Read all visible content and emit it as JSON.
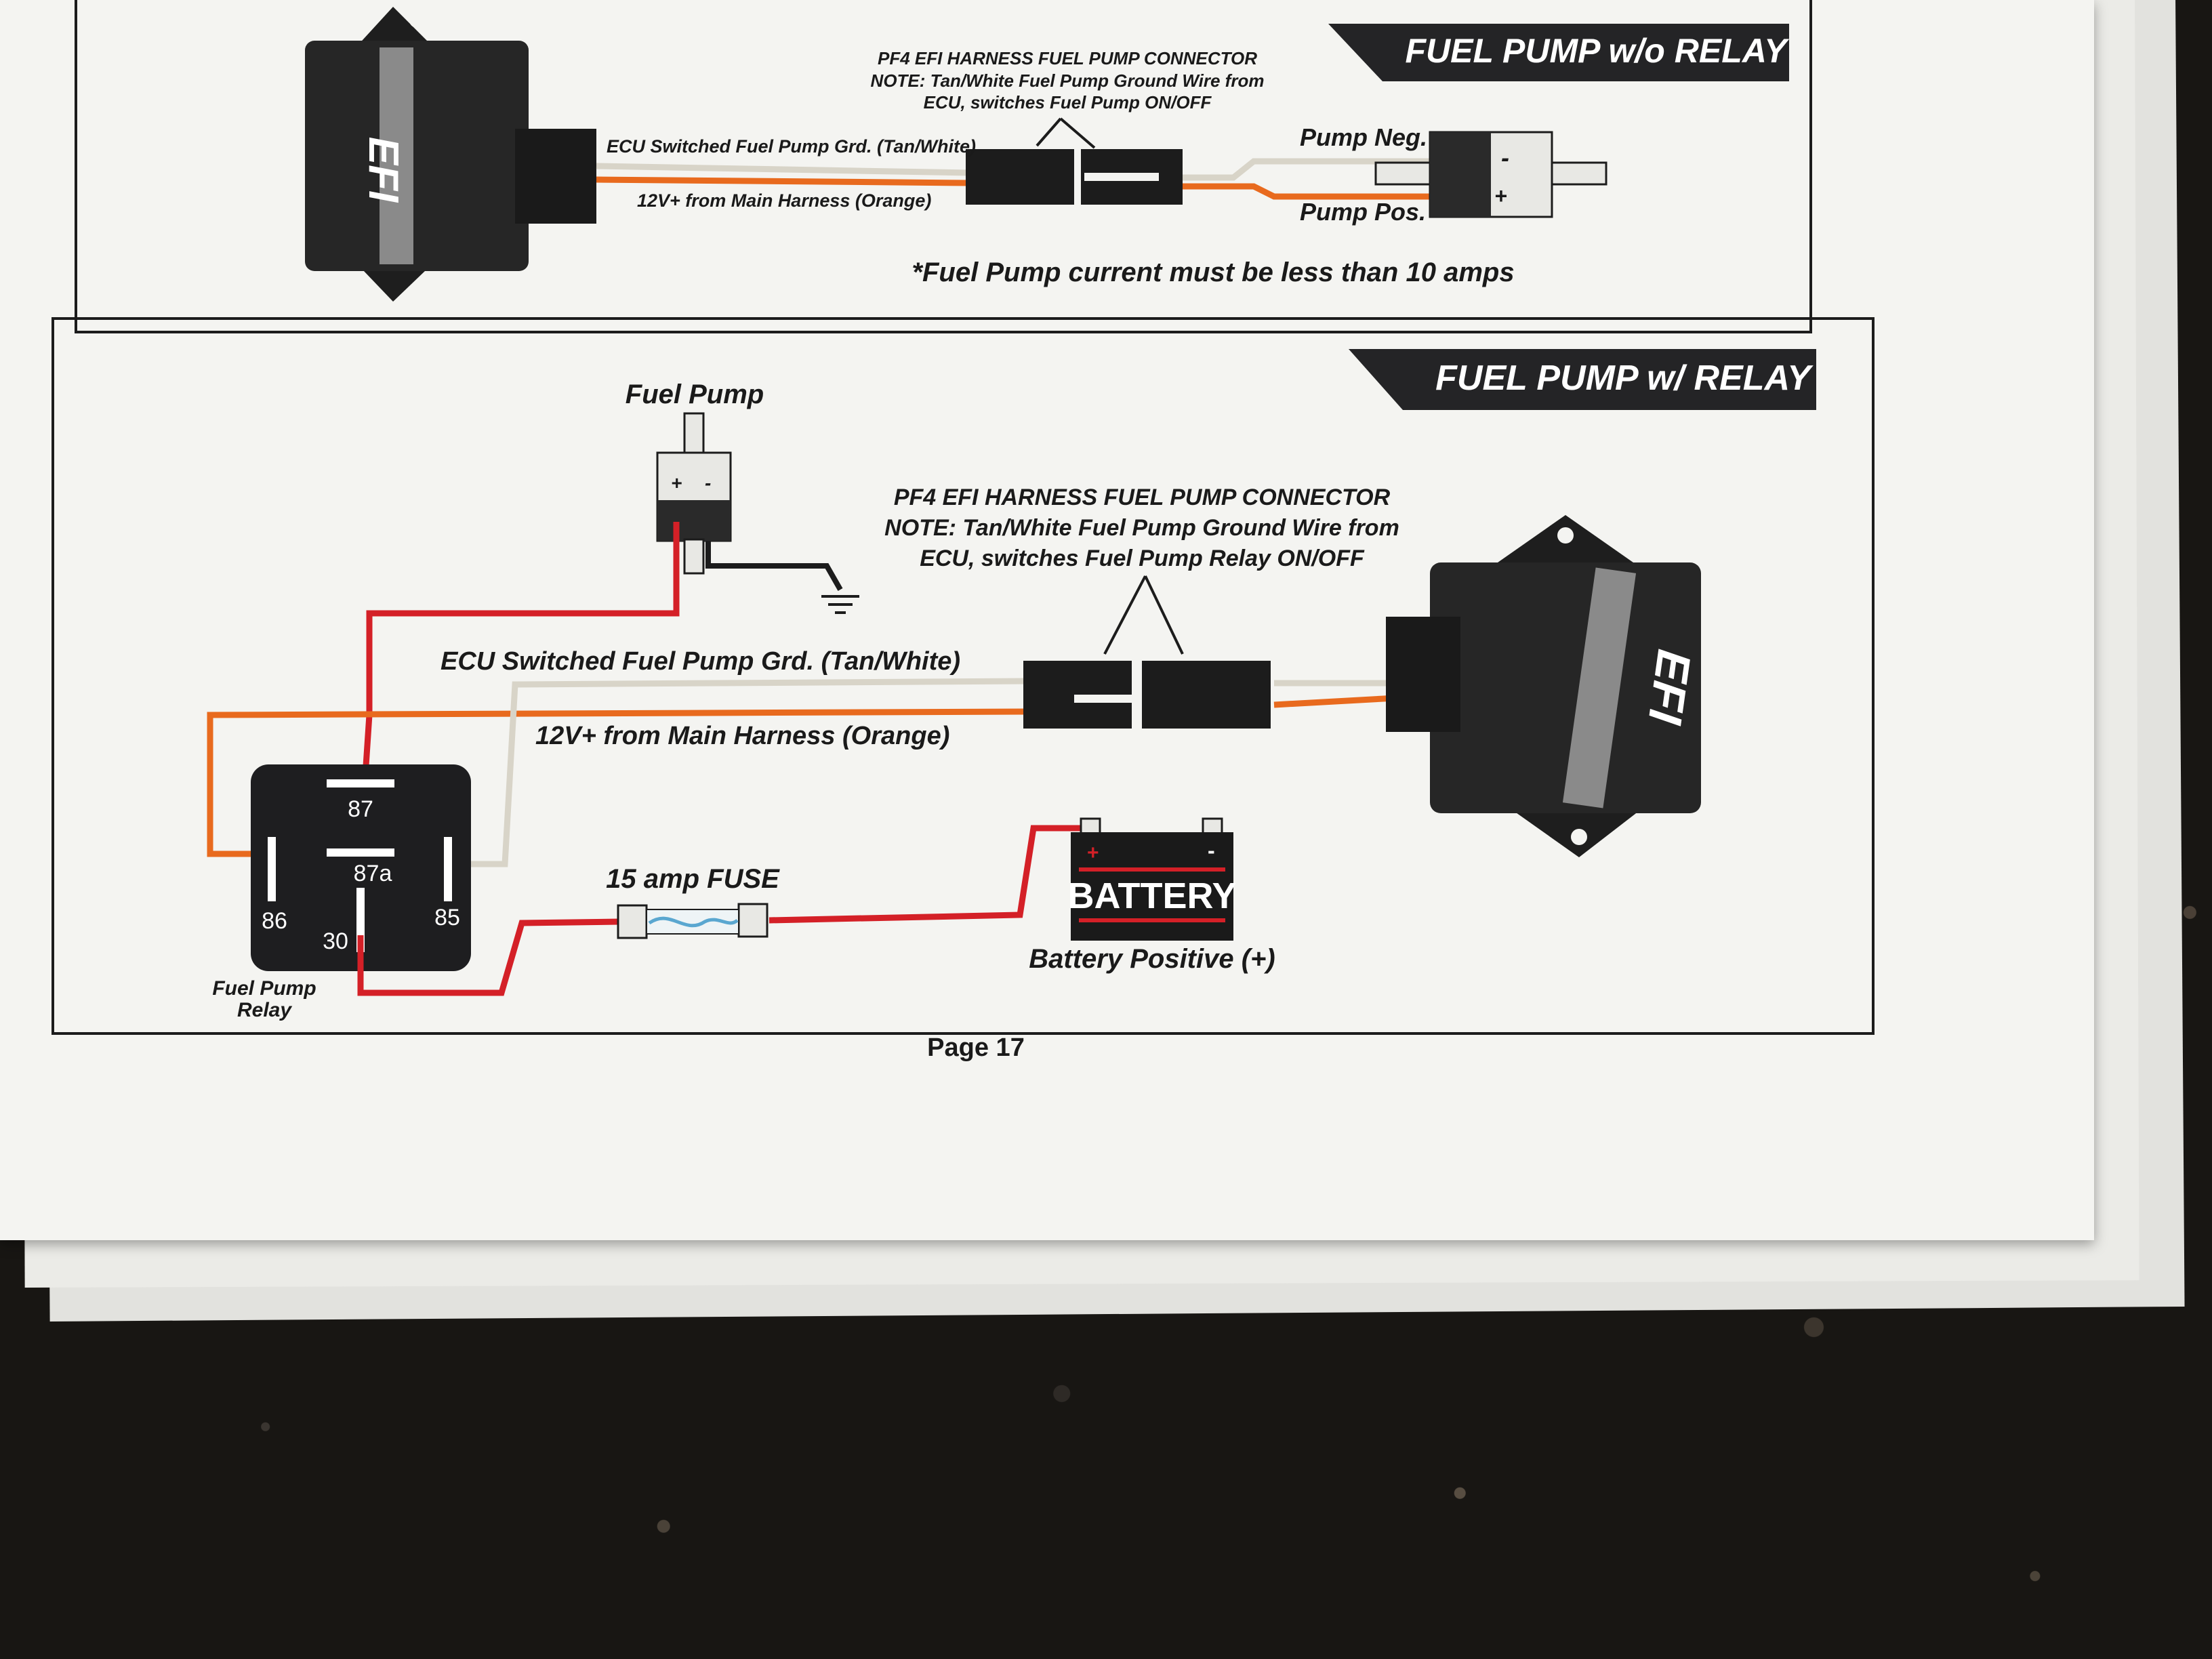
{
  "colors": {
    "orange_wire": "#e86a1e",
    "red_wire": "#d42027",
    "tan_wire": "#d8d4c8",
    "black": "#1c1c1c",
    "panel_band": "#242426"
  },
  "top_panel": {
    "title": "FUEL PUMP w/o RELAY",
    "connector_title": "PF4 EFI HARNESS FUEL PUMP CONNECTOR",
    "connector_note_1": "NOTE: Tan/White Fuel Pump Ground Wire from",
    "connector_note_2": "ECU, switches Fuel Pump ON/OFF",
    "ecu_ground_label": "ECU Switched Fuel Pump Grd. (Tan/White)",
    "power_label": "12V+ from Main Harness (Orange)",
    "pump_neg_label": "Pump Neg.",
    "pump_pos_label": "Pump Pos.",
    "pump_minus": "-",
    "pump_plus": "+",
    "current_note": "*Fuel Pump current must be less than 10 amps",
    "ecu_text": "EFI"
  },
  "bottom_panel": {
    "title": "FUEL PUMP w/ RELAY",
    "fuel_pump_label": "Fuel Pump",
    "pump_plus": "+",
    "pump_minus": "-",
    "connector_title": "PF4 EFI HARNESS FUEL PUMP CONNECTOR",
    "connector_note_1": "NOTE: Tan/White Fuel Pump Ground Wire from",
    "connector_note_2": "ECU, switches Fuel Pump Relay ON/OFF",
    "ecu_ground_label": "ECU Switched Fuel Pump Grd. (Tan/White)",
    "power_label": "12V+ from Main Harness (Orange)",
    "relay_pins": [
      "87",
      "87a",
      "86",
      "85",
      "30"
    ],
    "relay_label_1": "Fuel Pump",
    "relay_label_2": "Relay",
    "fuse_label": "15 amp FUSE",
    "battery_label": "BATTERY",
    "battery_plus": "+",
    "battery_minus": "-",
    "battery_positive_label": "Battery Positive (+)",
    "ecu_text": "EFI"
  },
  "page_number": "Page 17"
}
